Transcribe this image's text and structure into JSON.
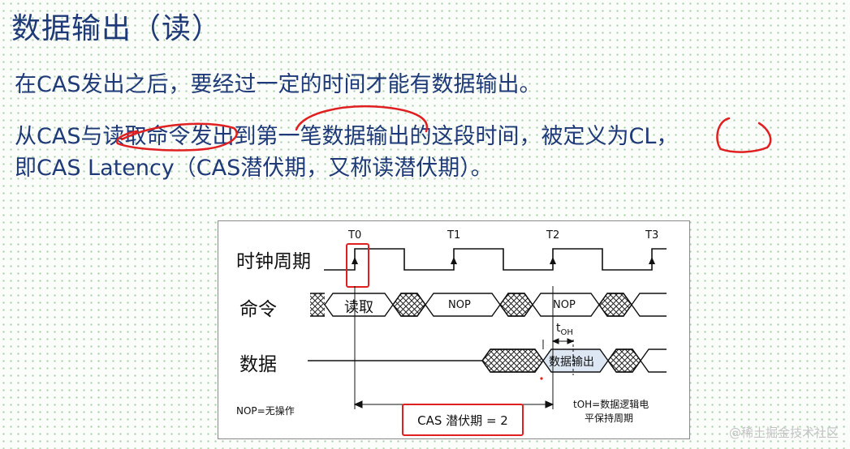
{
  "title": "数据输出（读）",
  "text": {
    "line1": "在CAS发出之后，要经过一定的时间才能有数据输出。",
    "line2": "从CAS与读取命令发出到第一笔数据输出的这段时间，被定义为CL，",
    "line3": "即CAS Latency（CAS潜伏期，又称读潜伏期）。"
  },
  "diagram": {
    "ticks": [
      "T0",
      "T1",
      "T2",
      "T3"
    ],
    "rows": {
      "clock": "时钟周期",
      "command": "命令",
      "data": "数据"
    },
    "commands": {
      "read": "读取",
      "nop1": "NOP",
      "nop2": "NOP"
    },
    "data_label": "数据输出",
    "toh_main": "t",
    "toh_sub": "OH",
    "nop_note": "NOP=无操作",
    "toh_note_line1": "tOH=数据逻辑电",
    "toh_note_line2": "平保持周期",
    "cas_label": "CAS 潜伏期 = 2"
  },
  "watermark": "@稀土掘金技术社区",
  "colors": {
    "text": "#1f3a78",
    "annotation": "#e02020",
    "dots": "#a9cfa9"
  }
}
